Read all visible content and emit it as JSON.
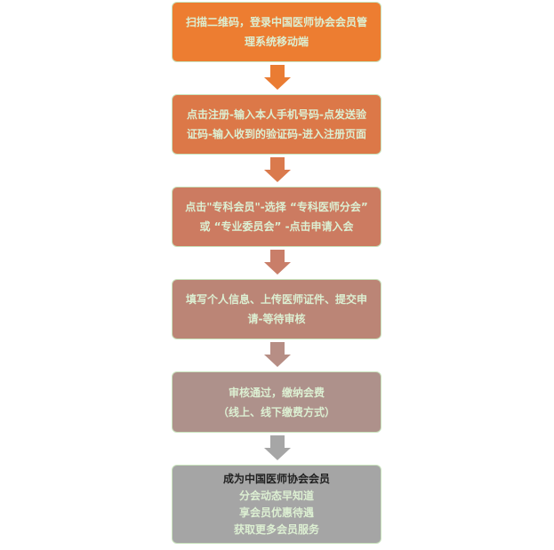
{
  "steps": [
    {
      "lines": [
        "扫描二维码，登录中国医师协会会员管",
        "理系统移动端"
      ],
      "color": "#ED7D31"
    },
    {
      "lines": [
        "点击注册-输入本人手机号码-点发送验",
        "证码-输入收到的验证码-进入注册页面"
      ],
      "color": "#DC7848"
    },
    {
      "lines": [
        "点击\"专科会员\"-选择 “专科医师分会”",
        "或 “专业委员会” -点击申请入会"
      ],
      "color": "#CC7B61"
    },
    {
      "lines": [
        "填写个人信息、上传医师证件、提交申",
        "请-等待审核"
      ],
      "color": "#BB8576"
    },
    {
      "lines": [
        "审核通过，缴纳会费",
        "（线上、线下缴费方式）"
      ],
      "color": "#AE918B"
    },
    {
      "title": "成为中国医师协会会员",
      "lines": [
        "分会动态早知道",
        "享会员优惠待遇",
        "获取更多会员服务"
      ],
      "color": "#A5A5A5"
    }
  ],
  "arrow_colors": [
    "#EA7C33",
    "#DA7A4D",
    "#C97E69",
    "#B78E85",
    "#A6A6A6"
  ]
}
